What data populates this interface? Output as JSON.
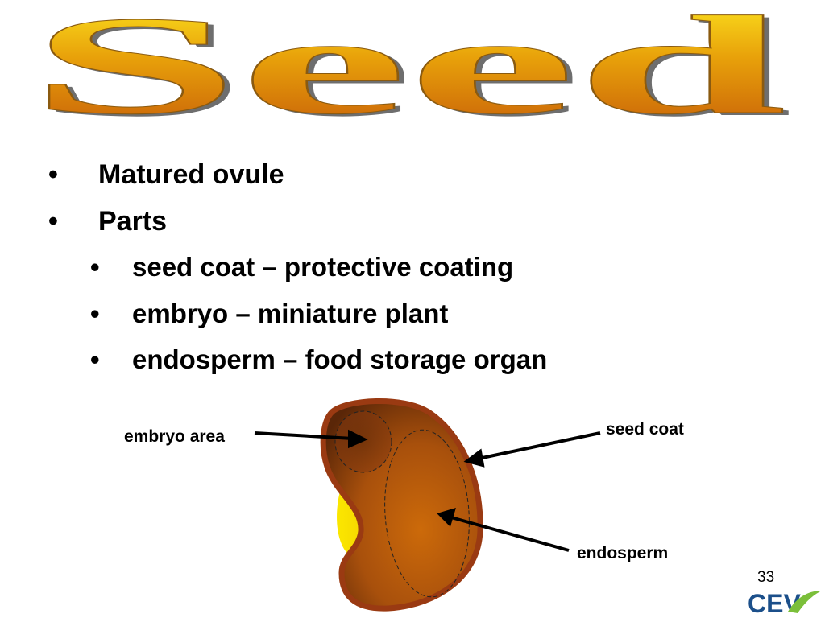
{
  "slide": {
    "title": "Seed",
    "bullets": [
      {
        "marker": "•",
        "text": "Matured ovule"
      },
      {
        "marker": "•",
        "text": "Parts"
      }
    ],
    "sub_bullets": [
      {
        "marker": "•",
        "text": "seed coat – protective coating"
      },
      {
        "marker": "•",
        "text": "embryo – miniature plant"
      },
      {
        "marker": "•",
        "text": "endosperm – food storage organ"
      }
    ],
    "diagram": {
      "labels": {
        "embryo_area": "embryo area",
        "seed_coat": "seed coat",
        "endosperm": "endosperm"
      },
      "colors": {
        "seed_outline": "#9a3a12",
        "seed_fill_light": "#cc6a0a",
        "seed_fill_dark": "#5a2608",
        "yellow_edge": "#fbe700"
      }
    },
    "page_number": "33",
    "logo": {
      "text": "CEV",
      "colors": {
        "text": "#1b4f8a",
        "swoosh": "#7bbf3a"
      }
    },
    "title_colors": {
      "gradient_top": "#ffee22",
      "gradient_mid": "#e8a10a",
      "gradient_bottom": "#c45808",
      "shadow": "#6e6e6e"
    }
  }
}
